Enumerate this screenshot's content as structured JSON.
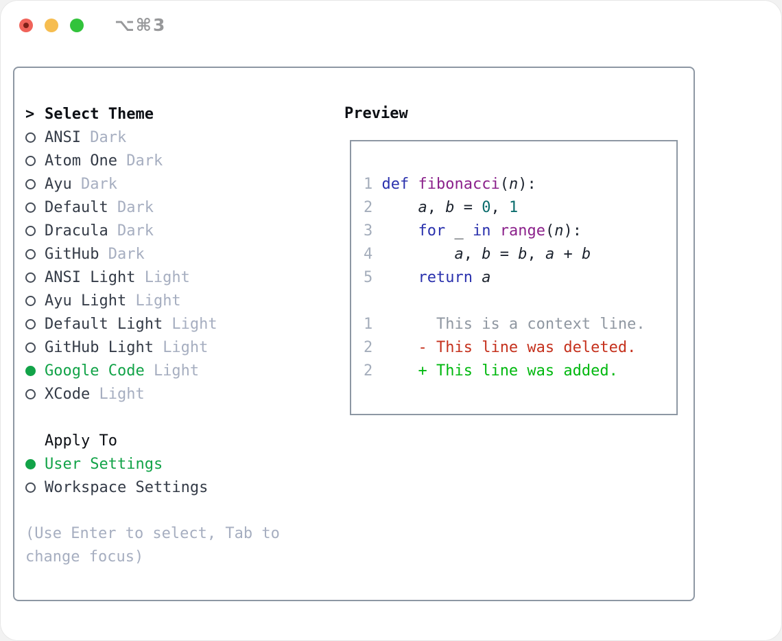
{
  "window": {
    "title": "⌥⌘3",
    "traffic_lights": [
      "close",
      "minimize",
      "zoom"
    ]
  },
  "colors": {
    "selected_green": "#12a348",
    "diff_added_green": "#00b80f",
    "diff_deleted_red": "#c5311d",
    "keyword_blue": "#2a31ad",
    "function_purple": "#8b218b",
    "literal_teal": "#0a6c6c",
    "muted_gray": "#a6aec0",
    "panel_border_gray": "#8d97a3"
  },
  "menu": {
    "prompt": ">",
    "title": "Select Theme",
    "themes": [
      {
        "name": "ANSI",
        "variant": "Dark",
        "selected": false
      },
      {
        "name": "Atom One",
        "variant": "Dark",
        "selected": false
      },
      {
        "name": "Ayu",
        "variant": "Dark",
        "selected": false
      },
      {
        "name": "Default",
        "variant": "Dark",
        "selected": false
      },
      {
        "name": "Dracula",
        "variant": "Dark",
        "selected": false
      },
      {
        "name": "GitHub",
        "variant": "Dark",
        "selected": false
      },
      {
        "name": "ANSI Light",
        "variant": "Light",
        "selected": false
      },
      {
        "name": "Ayu Light",
        "variant": "Light",
        "selected": false
      },
      {
        "name": "Default Light",
        "variant": "Light",
        "selected": false
      },
      {
        "name": "GitHub Light",
        "variant": "Light",
        "selected": false
      },
      {
        "name": "Google Code",
        "variant": "Light",
        "selected": true
      },
      {
        "name": "XCode",
        "variant": "Light",
        "selected": false
      }
    ],
    "apply_to": {
      "title": "Apply To",
      "options": [
        {
          "name": "User Settings",
          "selected": true
        },
        {
          "name": "Workspace Settings",
          "selected": false
        }
      ]
    },
    "hint": "(Use Enter to select, Tab to change focus)"
  },
  "preview": {
    "title": "Preview",
    "lines": [
      {
        "num": "1",
        "tokens": [
          {
            "t": "def",
            "c": "kwd"
          },
          {
            "t": " ",
            "c": "pln"
          },
          {
            "t": "fibonacci",
            "c": "fun"
          },
          {
            "t": "(",
            "c": "pln"
          },
          {
            "t": "n",
            "c": "var"
          },
          {
            "t": "):",
            "c": "pln"
          }
        ]
      },
      {
        "num": "2",
        "tokens": [
          {
            "t": "    ",
            "c": "pln"
          },
          {
            "t": "a",
            "c": "var"
          },
          {
            "t": ", ",
            "c": "pln"
          },
          {
            "t": "b",
            "c": "var"
          },
          {
            "t": " = ",
            "c": "pln"
          },
          {
            "t": "0",
            "c": "lit"
          },
          {
            "t": ", ",
            "c": "pln"
          },
          {
            "t": "1",
            "c": "lit"
          }
        ]
      },
      {
        "num": "3",
        "tokens": [
          {
            "t": "    ",
            "c": "pln"
          },
          {
            "t": "for",
            "c": "kwd"
          },
          {
            "t": " _ ",
            "c": "pln"
          },
          {
            "t": "in",
            "c": "kwd"
          },
          {
            "t": " ",
            "c": "pln"
          },
          {
            "t": "range",
            "c": "fun"
          },
          {
            "t": "(",
            "c": "pln"
          },
          {
            "t": "n",
            "c": "var"
          },
          {
            "t": "):",
            "c": "pln"
          }
        ]
      },
      {
        "num": "4",
        "tokens": [
          {
            "t": "        ",
            "c": "pln"
          },
          {
            "t": "a",
            "c": "var"
          },
          {
            "t": ", ",
            "c": "pln"
          },
          {
            "t": "b",
            "c": "var"
          },
          {
            "t": " = ",
            "c": "pln"
          },
          {
            "t": "b",
            "c": "var"
          },
          {
            "t": ", ",
            "c": "pln"
          },
          {
            "t": "a",
            "c": "var"
          },
          {
            "t": " + ",
            "c": "pln"
          },
          {
            "t": "b",
            "c": "var"
          }
        ]
      },
      {
        "num": "5",
        "tokens": [
          {
            "t": "    ",
            "c": "pln"
          },
          {
            "t": "return",
            "c": "kwd"
          },
          {
            "t": " ",
            "c": "pln"
          },
          {
            "t": "a",
            "c": "var"
          }
        ]
      },
      {
        "num": "",
        "tokens": []
      },
      {
        "num": "1",
        "tokens": [
          {
            "t": "      This is a context line.",
            "c": "ctx"
          }
        ]
      },
      {
        "num": "2",
        "tokens": [
          {
            "t": "    ",
            "c": "pln"
          },
          {
            "t": "- This line was deleted.",
            "c": "del"
          }
        ]
      },
      {
        "num": "2",
        "tokens": [
          {
            "t": "    ",
            "c": "pln"
          },
          {
            "t": "+ This line was added.",
            "c": "add"
          }
        ]
      }
    ]
  }
}
